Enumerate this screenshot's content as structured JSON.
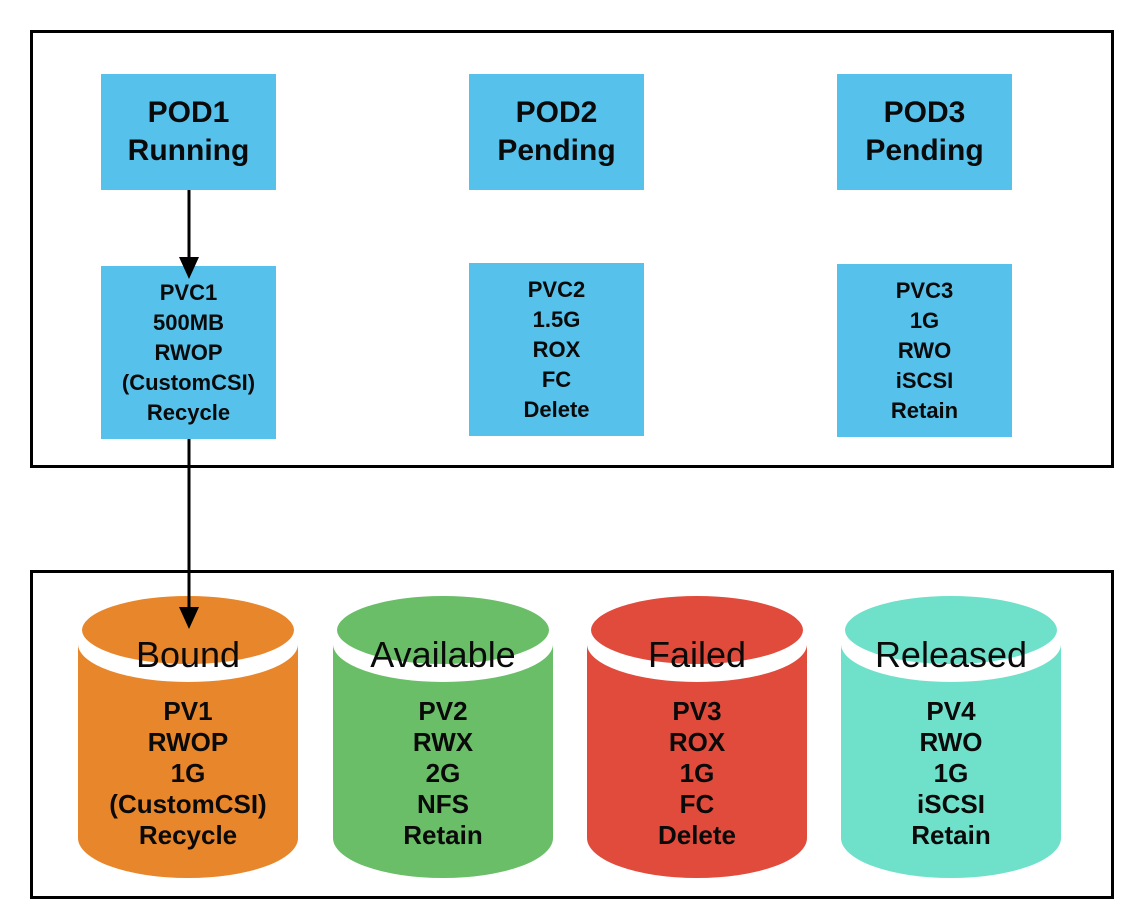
{
  "colors": {
    "pod_pvc_fill": "#56C1EB",
    "bound_fill": "#E8862B",
    "available_fill": "#69BE67",
    "failed_fill": "#E04B3C",
    "released_fill": "#6FE0C9",
    "border": "#000000",
    "arrow": "#000000"
  },
  "pods": [
    {
      "name": "POD1",
      "status": "Running"
    },
    {
      "name": "POD2",
      "status": "Pending"
    },
    {
      "name": "POD3",
      "status": "Pending"
    }
  ],
  "pvcs": [
    {
      "lines": [
        "PVC1",
        "500MB",
        "RWOP",
        "(CustomCSI)",
        "Recycle"
      ]
    },
    {
      "lines": [
        "PVC2",
        "1.5G",
        "ROX",
        "FC",
        "Delete"
      ]
    },
    {
      "lines": [
        "PVC3",
        "1G",
        "RWO",
        "iSCSI",
        "Retain"
      ]
    }
  ],
  "pvs": [
    {
      "status": "Bound",
      "color": "#E8862B",
      "lines": [
        "PV1",
        "RWOP",
        "1G",
        "(CustomCSI)",
        "Recycle"
      ]
    },
    {
      "status": "Available",
      "color": "#69BE67",
      "lines": [
        "PV2",
        "RWX",
        "2G",
        "NFS",
        "Retain"
      ]
    },
    {
      "status": "Failed",
      "color": "#E04B3C",
      "lines": [
        "PV3",
        "ROX",
        "1G",
        "FC",
        "Delete"
      ]
    },
    {
      "status": "Released",
      "color": "#6FE0C9",
      "lines": [
        "PV4",
        "RWO",
        "1G",
        "iSCSI",
        "Retain"
      ]
    }
  ]
}
